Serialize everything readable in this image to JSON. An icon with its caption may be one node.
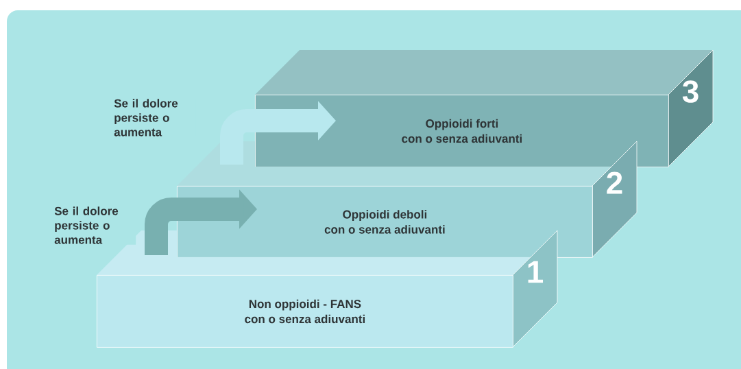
{
  "diagram": {
    "nodes": [
      {
        "text": [
          "Oppioidi forti",
          "con o senza adiuvanti",
          "3"
        ]
      },
      {
        "text": [
          "Oppioidi deboli",
          "con o senza adiuvanti",
          "2"
        ]
      },
      {
        "text": [
          "Non oppioidi - FANS",
          "con o senza adiuvanti",
          "1"
        ]
      }
    ],
    "edges": [
      {
        "from": 2,
        "to": 1,
        "arrow": "to",
        "label": "Se il dolore persiste o aumenta",
        "color": "#78b0b0"
      },
      {
        "from": 1,
        "to": 0,
        "arrow": "to",
        "label": "Se il dolore persiste o aumenta",
        "color": "#b8e8ee"
      }
    ]
  }
}
